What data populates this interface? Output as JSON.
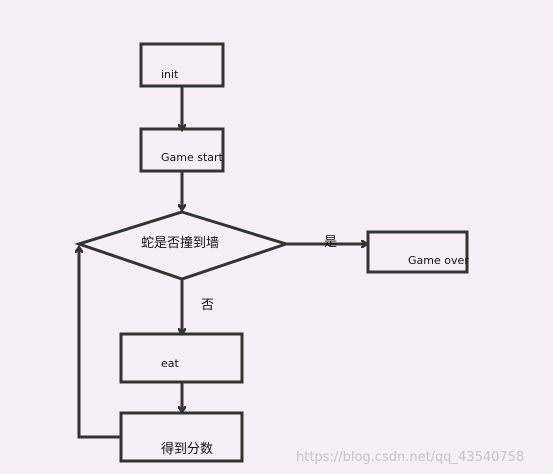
{
  "flowchart": {
    "nodes": {
      "init": "init",
      "game_start": "Game start",
      "decision": "蛇是否撞到墙",
      "game_over": "Game over",
      "eat": "eat",
      "score": "得到分数"
    },
    "edge_labels": {
      "yes": "是",
      "no": "否"
    }
  },
  "watermark": "https://blog.csdn.net/qq_43540758",
  "colors": {
    "background": "#f6f0f6",
    "stroke": "#333333",
    "text": "#111111",
    "watermark": "#c9c3c9"
  }
}
